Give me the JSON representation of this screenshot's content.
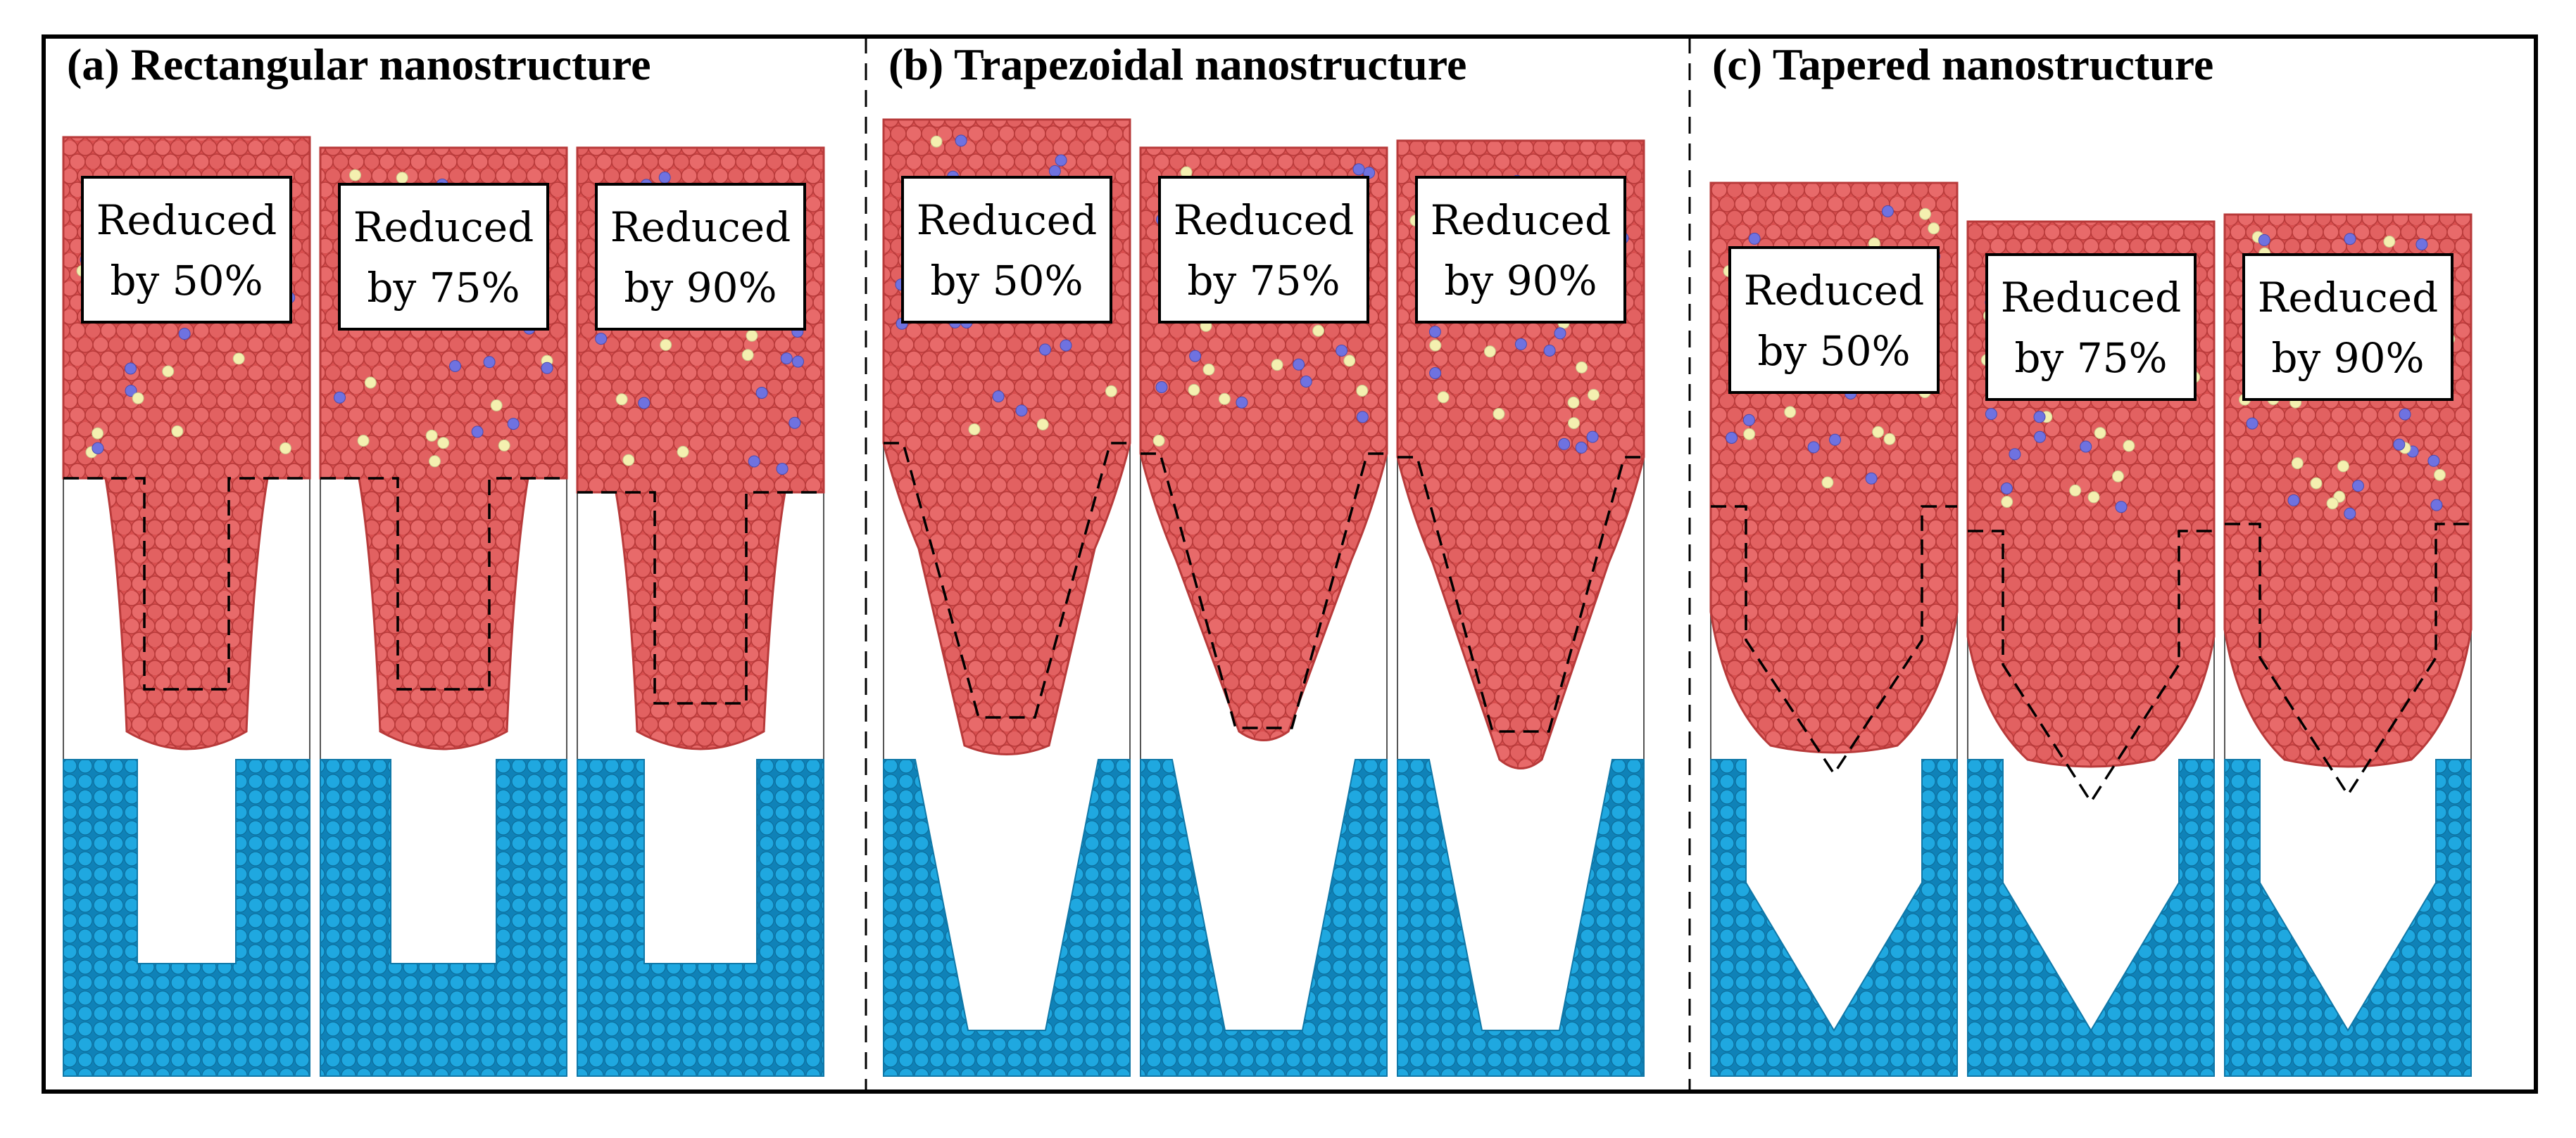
{
  "panels": [
    {
      "title": "(a) Rectangular nanostructure",
      "shape": "rectangular",
      "cells": [
        {
          "label_line1": "Reduced",
          "label_line2": "by 50%"
        },
        {
          "label_line1": "Reduced",
          "label_line2": "by 75%"
        },
        {
          "label_line1": "Reduced",
          "label_line2": "by 90%"
        }
      ]
    },
    {
      "title": "(b) Trapezoidal nanostructure",
      "shape": "trapezoidal",
      "cells": [
        {
          "label_line1": "Reduced",
          "label_line2": "by 50%"
        },
        {
          "label_line1": "Reduced",
          "label_line2": "by 75%"
        },
        {
          "label_line1": "Reduced",
          "label_line2": "by 90%"
        }
      ]
    },
    {
      "title": "(c) Tapered nanostructure",
      "shape": "tapered",
      "cells": [
        {
          "label_line1": "Reduced",
          "label_line2": "by 50%"
        },
        {
          "label_line1": "Reduced",
          "label_line2": "by 75%"
        },
        {
          "label_line1": "Reduced",
          "label_line2": "by 90%"
        }
      ]
    }
  ],
  "colors": {
    "resist": "#e05a5a",
    "resist_edge": "#b83a3a",
    "mold": "#1ea0d8",
    "mold_edge": "#0f78a8",
    "particle_blue": "#6f72e0",
    "particle_yellow": "#f4f0b0",
    "frame": "#000000",
    "cell_border": "#555555"
  }
}
